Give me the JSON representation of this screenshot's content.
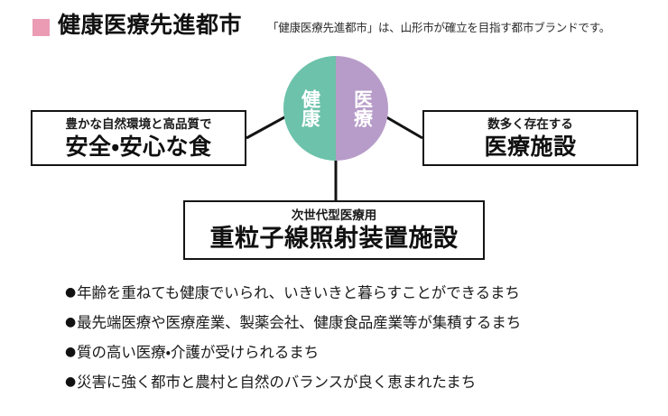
{
  "header": {
    "marker_color": "#eb9cb4",
    "title": "健康医療先進都市",
    "subtitle": "「健康医療先進都市」は、山形市が確立を目指す都市ブランドです。"
  },
  "diagram": {
    "circle": {
      "left_half": {
        "label": "健康",
        "color": "#6cc2aa"
      },
      "right_half": {
        "label": "医療",
        "color": "#b79cc9"
      }
    },
    "boxes": [
      {
        "id": "left",
        "sub": "豊かな自然環境と高品質で",
        "main": "安全・安心な食"
      },
      {
        "id": "right",
        "sub": "数多く存在する",
        "main": "医療施設"
      },
      {
        "id": "bottom",
        "sub": "次世代型医療用",
        "main": "重粒子線照射装置施設"
      }
    ]
  },
  "bullets": {
    "marker": "●",
    "items": [
      "年齢を重ねても健康でいられ、いきいきと暮らすことができるまち",
      "最先端医療や医療産業、製薬会社、健康食品産業等が集積するまち",
      "質の高い医療・介護が受けられるまち",
      "災害に強く都市と農村と自然のバランスが良く恵まれたまち"
    ]
  }
}
